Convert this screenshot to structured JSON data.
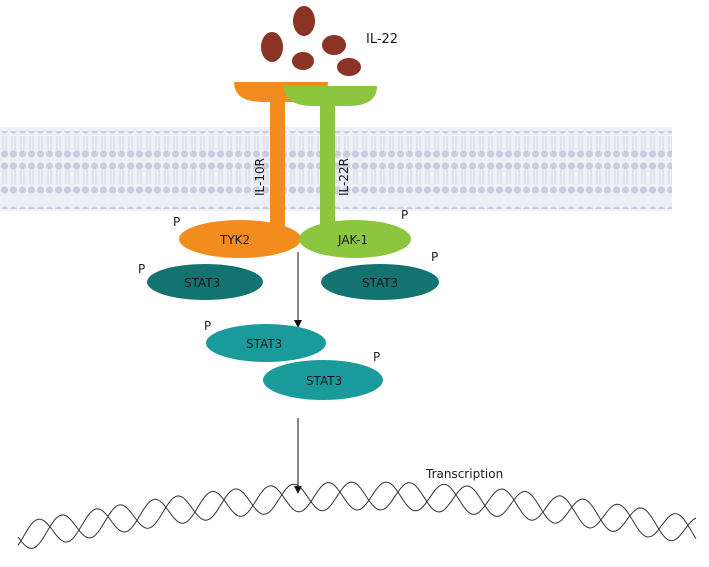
{
  "ligand": {
    "label": "IL-22"
  },
  "receptors": {
    "left": {
      "label": "IL-10R"
    },
    "right": {
      "label": "IL-22R"
    }
  },
  "kinases": {
    "left": {
      "label": "TYK2",
      "phospho": "P"
    },
    "right": {
      "label": "JAK-1",
      "phospho": "P"
    }
  },
  "stat_monomers": [
    {
      "label": "STAT3",
      "phospho": "P"
    },
    {
      "label": "STAT3",
      "phospho": "P"
    }
  ],
  "stat_dimer": [
    {
      "label": "STAT3",
      "phospho": "P"
    },
    {
      "label": "STAT3",
      "phospho": "P"
    }
  ],
  "transcription": {
    "label": "Transcription"
  },
  "colors": {
    "ligand": "#8b3426",
    "il10r": "#f28c1e",
    "il22r": "#8cc63f",
    "stat_dark": "#137370",
    "stat_teal": "#1a9a9a",
    "membrane": "#c8ccdc"
  }
}
